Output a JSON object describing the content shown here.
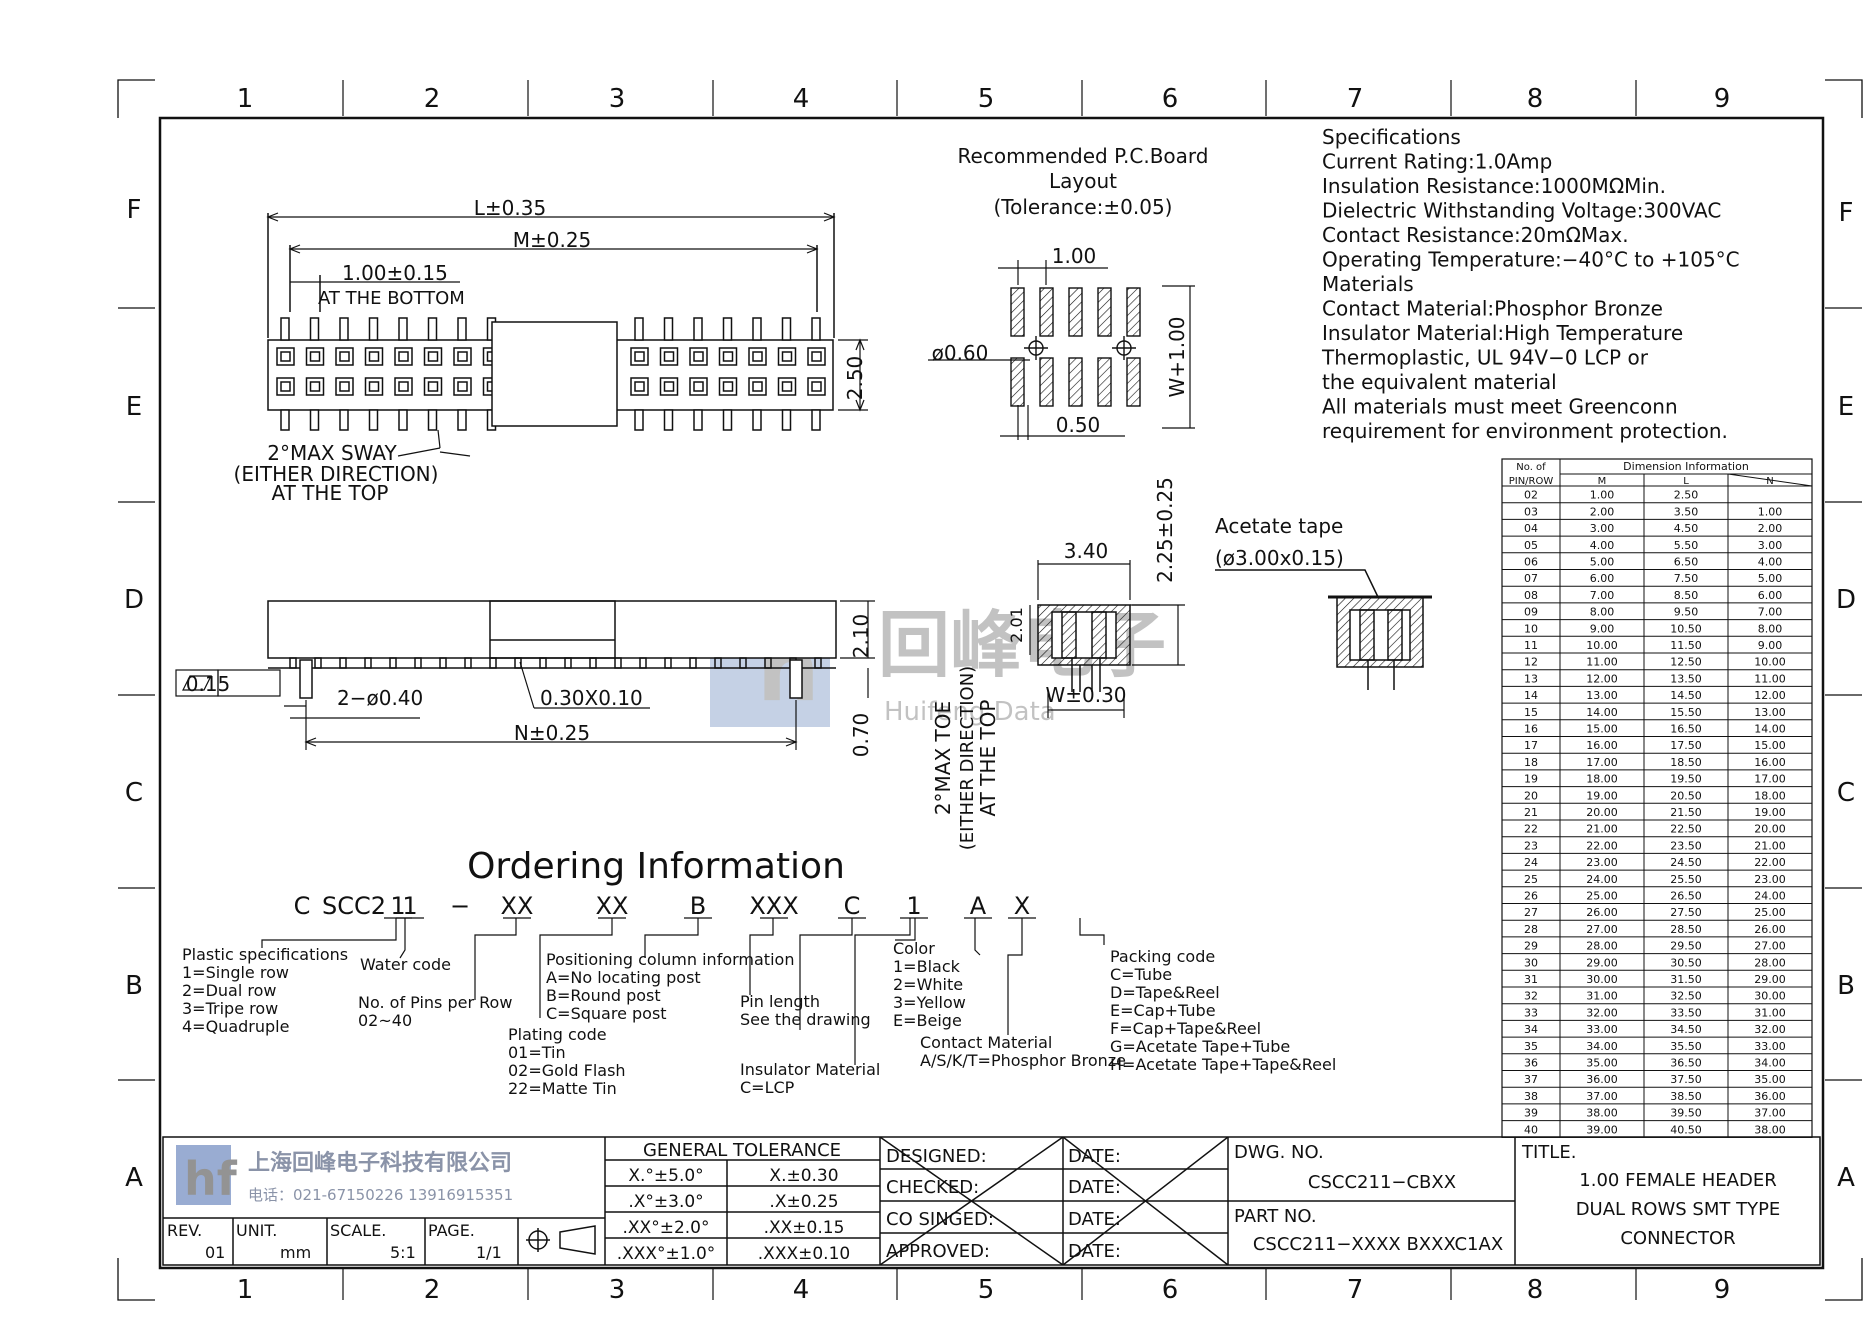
{
  "grid": {
    "columns": [
      "1",
      "2",
      "3",
      "4",
      "5",
      "6",
      "7",
      "8",
      "9"
    ],
    "rows": [
      "F",
      "E",
      "D",
      "C",
      "B",
      "A"
    ]
  },
  "drawing_labels": {
    "l": "L±0.35",
    "m": "M±0.25",
    "pitch": "1.00±0.15",
    "at_bottom": "AT THE BOTTOM",
    "h250": "2.50",
    "sway1": "2°MAX SWAY",
    "sway2": "(EITHER DIRECTION)",
    "sway3": "AT THE TOP",
    "flat": "0.15",
    "post": "2−ø0.40",
    "chamfer": "0.30X0.10",
    "n": "N±0.25",
    "h210": "2.10",
    "h070": "0.70",
    "w340": "3.40",
    "h225": "2.25±0.25",
    "h201": "2.01",
    "w030": "W±0.30",
    "toe1": "2°MAX TOE",
    "toe2": "(EITHER DIRECTION)",
    "toe3": "AT THE TOP",
    "tape1": "Acetate tape",
    "tape2": "(ø3.00x0.15)"
  },
  "pcb": {
    "title1": "Recommended P.C.Board",
    "title2": "Layout",
    "title3": "(Tolerance:±0.05)",
    "pitch": "1.00",
    "hole": "ø0.60",
    "pad": "0.50",
    "w": "W+1.00"
  },
  "specs": [
    "Specifications",
    "Current Rating:1.0Amp",
    "Insulation Resistance:1000MΩMin.",
    "Dielectric Withstanding Voltage:300VAC",
    "Contact Resistance:20mΩMax.",
    "Operating Temperature:−40°C to +105°C",
    "Materials",
    "Contact Material:Phosphor Bronze",
    "Insulator Material:High Temperature",
    "Thermoplastic, UL 94V−0 LCP or",
    "the equivalent material",
    "All materials must meet Greenconn",
    "requirement for environment protection."
  ],
  "watermark": {
    "brand": "回峰电子",
    "sub": "Huifeng Data"
  },
  "dim_table": {
    "h1": "No. of",
    "h2": "PIN/ROW",
    "group": "Dimension Information",
    "cols": [
      "M",
      "L",
      "N"
    ],
    "rows": [
      [
        "02",
        "1.00",
        "2.50",
        ""
      ],
      [
        "03",
        "2.00",
        "3.50",
        "1.00"
      ],
      [
        "04",
        "3.00",
        "4.50",
        "2.00"
      ],
      [
        "05",
        "4.00",
        "5.50",
        "3.00"
      ],
      [
        "06",
        "5.00",
        "6.50",
        "4.00"
      ],
      [
        "07",
        "6.00",
        "7.50",
        "5.00"
      ],
      [
        "08",
        "7.00",
        "8.50",
        "6.00"
      ],
      [
        "09",
        "8.00",
        "9.50",
        "7.00"
      ],
      [
        "10",
        "9.00",
        "10.50",
        "8.00"
      ],
      [
        "11",
        "10.00",
        "11.50",
        "9.00"
      ],
      [
        "12",
        "11.00",
        "12.50",
        "10.00"
      ],
      [
        "13",
        "12.00",
        "13.50",
        "11.00"
      ],
      [
        "14",
        "13.00",
        "14.50",
        "12.00"
      ],
      [
        "15",
        "14.00",
        "15.50",
        "13.00"
      ],
      [
        "16",
        "15.00",
        "16.50",
        "14.00"
      ],
      [
        "17",
        "16.00",
        "17.50",
        "15.00"
      ],
      [
        "18",
        "17.00",
        "18.50",
        "16.00"
      ],
      [
        "19",
        "18.00",
        "19.50",
        "17.00"
      ],
      [
        "20",
        "19.00",
        "20.50",
        "18.00"
      ],
      [
        "21",
        "20.00",
        "21.50",
        "19.00"
      ],
      [
        "22",
        "21.00",
        "22.50",
        "20.00"
      ],
      [
        "23",
        "22.00",
        "23.50",
        "21.00"
      ],
      [
        "24",
        "23.00",
        "24.50",
        "22.00"
      ],
      [
        "25",
        "24.00",
        "25.50",
        "23.00"
      ],
      [
        "26",
        "25.00",
        "26.50",
        "24.00"
      ],
      [
        "27",
        "26.00",
        "27.50",
        "25.00"
      ],
      [
        "28",
        "27.00",
        "28.50",
        "26.00"
      ],
      [
        "29",
        "28.00",
        "29.50",
        "27.00"
      ],
      [
        "30",
        "29.00",
        "30.50",
        "28.00"
      ],
      [
        "31",
        "30.00",
        "31.50",
        "29.00"
      ],
      [
        "32",
        "31.00",
        "32.50",
        "30.00"
      ],
      [
        "33",
        "32.00",
        "33.50",
        "31.00"
      ],
      [
        "34",
        "33.00",
        "34.50",
        "32.00"
      ],
      [
        "35",
        "34.00",
        "35.50",
        "33.00"
      ],
      [
        "36",
        "35.00",
        "36.50",
        "34.00"
      ],
      [
        "37",
        "36.00",
        "37.50",
        "35.00"
      ],
      [
        "38",
        "37.00",
        "38.50",
        "36.00"
      ],
      [
        "39",
        "38.00",
        "39.50",
        "37.00"
      ],
      [
        "40",
        "39.00",
        "40.50",
        "38.00"
      ]
    ]
  },
  "ordering": {
    "title": "Ordering Information",
    "code": [
      "C",
      "SCC2",
      "1",
      "1",
      "−",
      "XX",
      "XX",
      "B",
      "XXX",
      "C",
      "1",
      "A",
      "X"
    ],
    "plastic": [
      "Plastic specifications",
      "1=Single row",
      "2=Dual row",
      "3=Tripe row",
      "4=Quadruple"
    ],
    "water": "Water code",
    "pins": [
      "No. of Pins per Row",
      "02~40"
    ],
    "positioning": [
      "Positioning column information",
      "A=No locating post",
      "B=Round post",
      "C=Square post"
    ],
    "plating": [
      "Plating code",
      "01=Tin",
      "02=Gold Flash",
      "22=Matte Tin"
    ],
    "pin_length": [
      "Pin length",
      "See the drawing"
    ],
    "insulator": [
      "Insulator Material",
      "C=LCP"
    ],
    "color": [
      "Color",
      "1=Black",
      "2=White",
      "3=Yellow",
      "E=Beige"
    ],
    "contact": [
      "Contact Material",
      "A/S/K/T=Phosphor Bronze"
    ],
    "packing": [
      "Packing code",
      "C=Tube",
      "D=Tape&Reel",
      "E=Cap+Tube",
      "F=Cap+Tape&Reel",
      "G=Acetate Tape+Tube",
      "H=Acetate Tape+Tape&Reel"
    ]
  },
  "title_block": {
    "company": "上海回峰电子科技有限公司",
    "phone": "电话：021-67150226  13916915351",
    "rev_label": "REV.",
    "rev": "01",
    "unit_label": "UNIT.",
    "unit": "mm",
    "scale_label": "SCALE.",
    "scale": "5:1",
    "page_label": "PAGE.",
    "page": "1/1",
    "tol_title": "GENERAL TOLERANCE",
    "tol": [
      [
        "X.°±5.0°",
        "X.±0.30"
      ],
      [
        ".X°±3.0°",
        ".X±0.25"
      ],
      [
        ".XX°±2.0°",
        ".XX±0.15"
      ],
      [
        ".XXX°±1.0°",
        ".XXX±0.10"
      ]
    ],
    "designed": "DESIGNED:",
    "checked": "CHECKED:",
    "co_singed": "CO SINGED:",
    "approved": "APPROVED:",
    "date": "DATE:",
    "dwg_label": "DWG. NO.",
    "dwg": "CSCC211−CBXX",
    "part_label": "PART NO.",
    "part": "CSCC211−XXXX BXXXC1AX",
    "title_label": "TITLE.",
    "title": [
      "1.00 FEMALE HEADER",
      "DUAL ROWS SMT TYPE",
      "CONNECTOR"
    ]
  }
}
